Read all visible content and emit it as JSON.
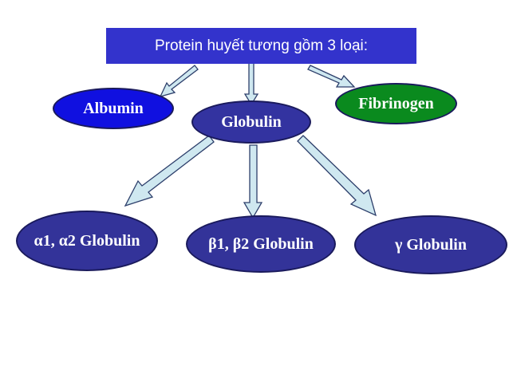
{
  "title": "Protein huyết tương gồm 3 loại:",
  "nodes": {
    "albumin": "Albumin",
    "globulin": "Globulin",
    "fibrinogen": "Fibrinogen",
    "alpha_globulin": "α1, α2 Globulin",
    "beta_globulin": "β1, β2 Globulin",
    "gamma_globulin": "γ Globulin"
  },
  "colors": {
    "title_fill": "#3333cc",
    "albumin_fill": "#1010e0",
    "globulin_fill": "#3333a0",
    "fibrinogen_fill": "#0a8a1e",
    "subtype_fill": "#333399",
    "arrow_fill": "#cfe8f0",
    "arrow_stroke": "#2d3f6b"
  }
}
